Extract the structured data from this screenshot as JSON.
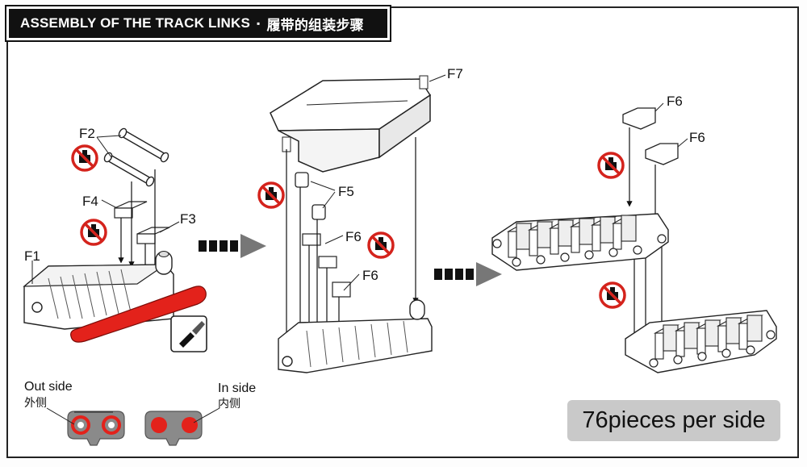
{
  "header": {
    "title_en": "ASSEMBLY OF THE TRACK LINKS",
    "separator": "▪",
    "title_zh": "履带的组装步骤"
  },
  "parts": {
    "f1": "F1",
    "f2": "F2",
    "f3": "F3",
    "f4": "F4",
    "f5": "F5",
    "f6": "F6",
    "f7": "F7"
  },
  "sides": {
    "out_en": "Out side",
    "out_zh": "外侧",
    "in_en": "In side",
    "in_zh": "内侧"
  },
  "note": {
    "pieces": "76pieces per side"
  },
  "icons": {
    "no_glue": "no-glue-icon",
    "knife": "hobby-knife-icon",
    "arrow": "step-arrow-icon"
  },
  "colors": {
    "accent_red": "#e3221b",
    "panel_gray": "#c9c9c9",
    "link_gray": "#8a8a8a"
  }
}
